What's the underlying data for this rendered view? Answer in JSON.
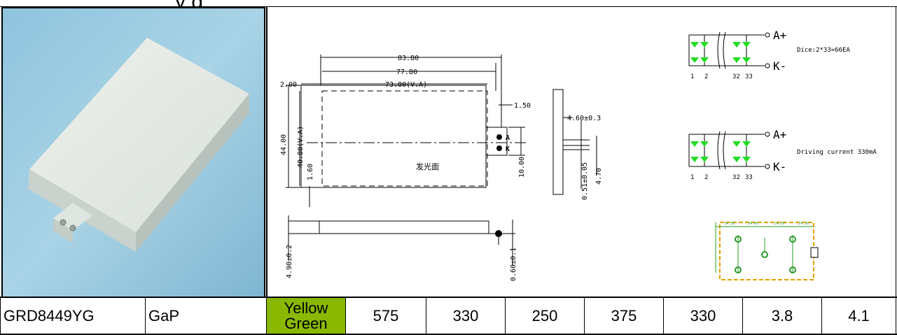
{
  "header": {
    "title_fragment": "y      g"
  },
  "drawing": {
    "dims": {
      "overall_length": "83.80",
      "pcb_length": "77.80",
      "va_length": "73.80(V.A)",
      "left_offset": "2.00",
      "right_margin": "1.50",
      "overall_height": "44.00",
      "va_height": "40.80(V.A)",
      "bottom_offset": "1.60",
      "lead_height": "10.00",
      "side_lead_gap": "4.60±0.3",
      "side_pin_len": "4.70",
      "side_pin_thick": "0.51±0.05",
      "thickness": "4.90±0.2",
      "pin_thick": "0.60±0.1"
    },
    "pin_a": "A",
    "pin_k": "K",
    "emitting_label": "发光面",
    "circuit1": {
      "a_label": "A+",
      "k_label": "K-",
      "n1": "1",
      "n2": "2",
      "n32": "32",
      "n33": "33",
      "note": "Dice:2*33=66EA"
    },
    "circuit2": {
      "a_label": "A+",
      "k_label": "K-",
      "n1": "1",
      "n2": "2",
      "n32": "32",
      "n33": "33",
      "note": "Driving current 330mA"
    },
    "pcb_dims": {
      "d1": "14.30",
      "d2": "24.60",
      "d3": "24.60",
      "d4": "14.30"
    },
    "colors": {
      "led": "#22dd22",
      "pcb_outline": "#e8a000",
      "pcb_green": "#2a9a2a"
    }
  },
  "spec_row": {
    "part_number": "GRD8449YG",
    "material": "GaP",
    "color_line1": "Yellow",
    "color_line2": "Green",
    "color_bg": "#8ab800",
    "wavelength": "575",
    "v1": "330",
    "v2": "250",
    "v3": "375",
    "v4": "330",
    "v5": "3.8",
    "v6": "4.1"
  }
}
